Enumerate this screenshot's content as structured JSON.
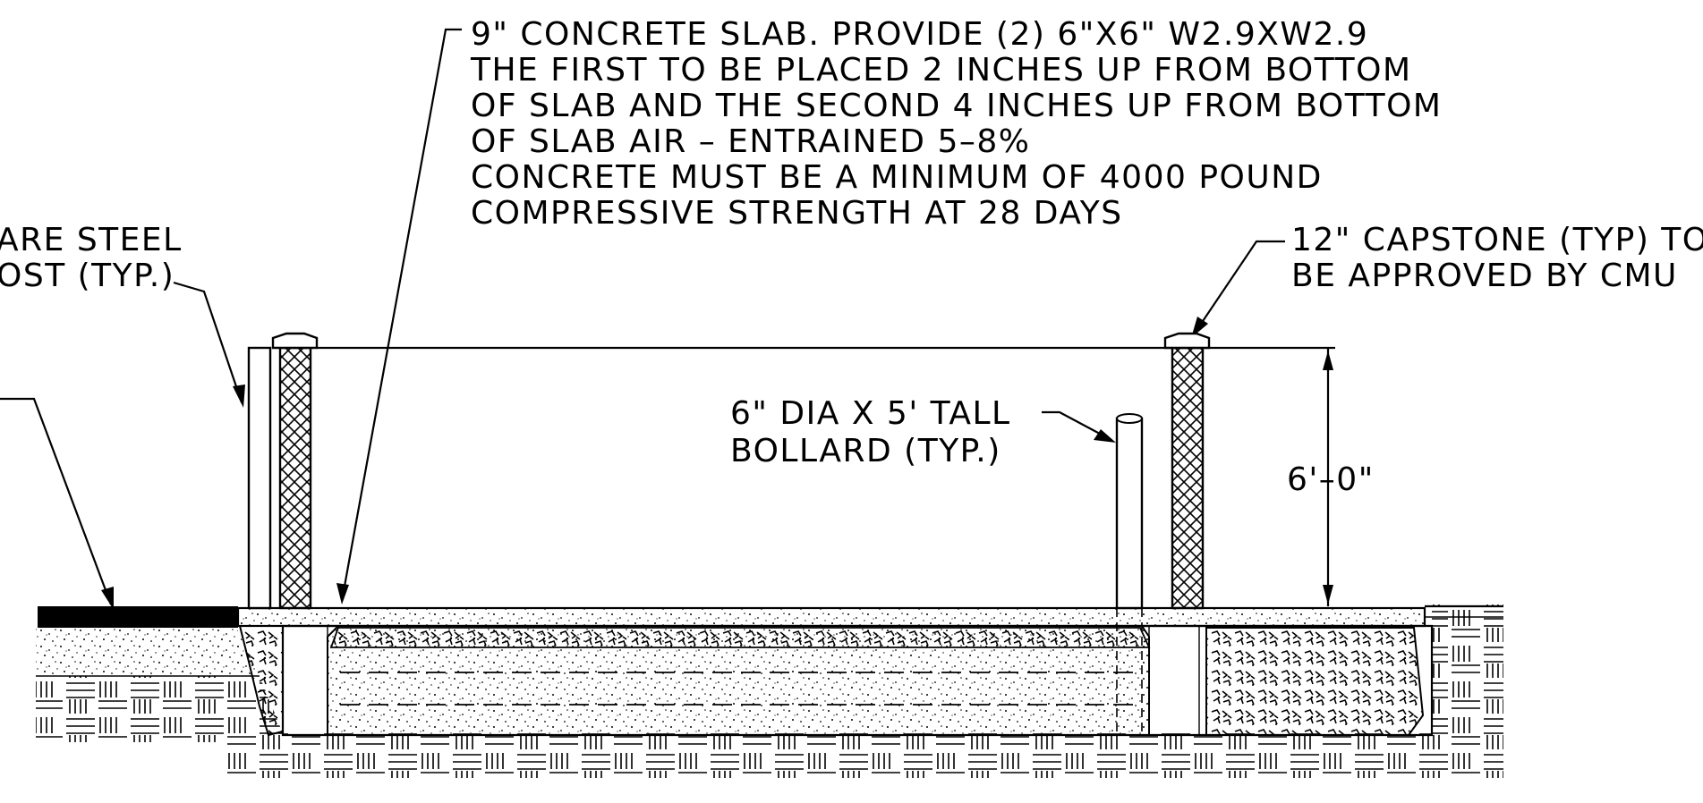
{
  "notes": {
    "slab": [
      "9\" CONCRETE SLAB. PROVIDE (2) 6\"X6\" W2.9XW2.9",
      "THE FIRST TO BE PLACED 2 INCHES UP FROM BOTTOM",
      "OF SLAB AND THE SECOND 4 INCHES UP FROM BOTTOM",
      "OF SLAB AIR – ENTRAINED 5–8%",
      "CONCRETE MUST BE A MINIMUM OF 4000 POUND",
      "COMPRESSIVE STRENGTH AT 28 DAYS"
    ],
    "post": [
      "ARE STEEL",
      "OST (TYP.)"
    ],
    "capstone": [
      "12\" CAPSTONE (TYP) TO",
      "BE APPROVED BY CMU"
    ],
    "bollard": [
      "6\" DIA X 5' TALL",
      "BOLLARD (TYP.)"
    ],
    "dimension": "6'–0\""
  }
}
